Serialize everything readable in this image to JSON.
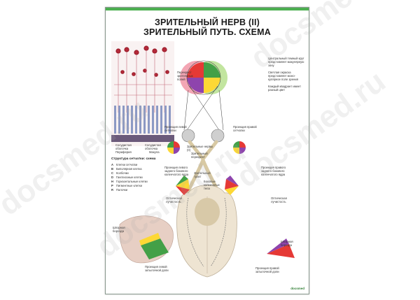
{
  "title": {
    "line1": "ЗРИТЕЛЬНЫЙ НЕРВ (II)",
    "line2": "ЗРИТЕЛЬНЫЙ ПУТЬ. СХЕМА"
  },
  "retina_labels": {
    "left_layer": "Сосудистая оболочка",
    "right_layer": "Сосудистая оболочка",
    "periphery": "Периферия",
    "macula": "Макула"
  },
  "legend": {
    "title": "Структура сетчатки: схема",
    "items": [
      {
        "key": "А",
        "text": "Клетки сетчатки"
      },
      {
        "key": "B",
        "text": "Биполярная клетка"
      },
      {
        "key": "C",
        "text": "Колбочки"
      },
      {
        "key": "D",
        "text": "Ганглиозные клетки"
      },
      {
        "key": "H",
        "text": "Горизонтальные клетки"
      },
      {
        "key": "P",
        "text": "Пигментные клетки"
      },
      {
        "key": "R",
        "text": "Палочки"
      }
    ]
  },
  "annotations": {
    "field_overlap": "Перекрест зрительных полей",
    "central_circle": "Центральный темный круг представляет макулярную зону",
    "light_area": "Светлая окраска представляет моно-кулярное поле зрения",
    "quadrant": "Каждый квадрант имеет разный цвет",
    "left_retina_projection": "Проекция левой сетчатки",
    "right_retina_projection": "Проекция правой сетчатки",
    "optic_nerves": "Зрительные нервы (II)",
    "chiasm": "Зрительный перекрест",
    "optic_tract": "Зрительный тракт",
    "lgn": "Боковые коленчатые тела",
    "left_lgn_projection": "Проекция левого заднего бокового коленчатого ядра",
    "right_lgn_projection": "Проекция правого заднего бокового коленчатого ядра",
    "left_radiation": "Оптическая лучистость",
    "right_radiation": "Оптическая лучистость",
    "left_calcarine": "Шпорная борозда",
    "right_calcarine": "Шпорная борозда",
    "left_occipital": "Проекция левой затылочной доли",
    "right_occipital": "Проекция правой затылочной доли"
  },
  "watermark": "docsmed.ru",
  "brand": "docsmed",
  "colors": {
    "accent_bar": "#4caf50",
    "red": "#e53935",
    "green": "#43a047",
    "yellow": "#fdd835",
    "purple": "#8e44ad",
    "pink": "#f3a6b4",
    "light_green": "#b7e08e",
    "light_yellow": "#fff3a0",
    "light_purple": "#d3b6e6"
  }
}
